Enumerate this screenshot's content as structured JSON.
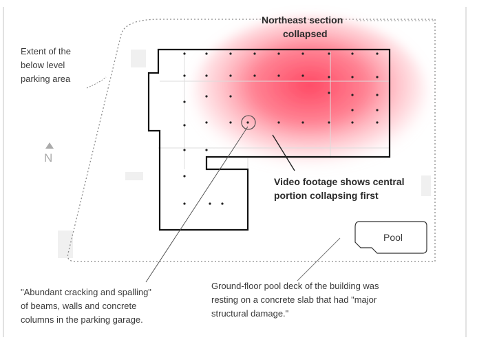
{
  "labels": {
    "collapse_title_line1": "Northeast section",
    "collapse_title_line2": "collapsed",
    "parking_line1": "Extent of the",
    "parking_line2": "below level",
    "parking_line3": "parking area",
    "north": "N",
    "video_line1": "Video footage shows central",
    "video_line2": "portion collapsing first",
    "pool": "Pool",
    "cracking_line1": "\"Abundant cracking and spalling\"",
    "cracking_line2": "of  beams, walls and concrete",
    "cracking_line3": "columns  in the parking garage.",
    "deck_line1": "Ground-floor pool deck of the building was",
    "deck_line2": "resting on a concrete slab that had \"major",
    "deck_line3": "structural damage.\""
  },
  "colors": {
    "collapse_highlight": "#ff4f66",
    "outline": "#111111",
    "dashed": "#888888"
  }
}
